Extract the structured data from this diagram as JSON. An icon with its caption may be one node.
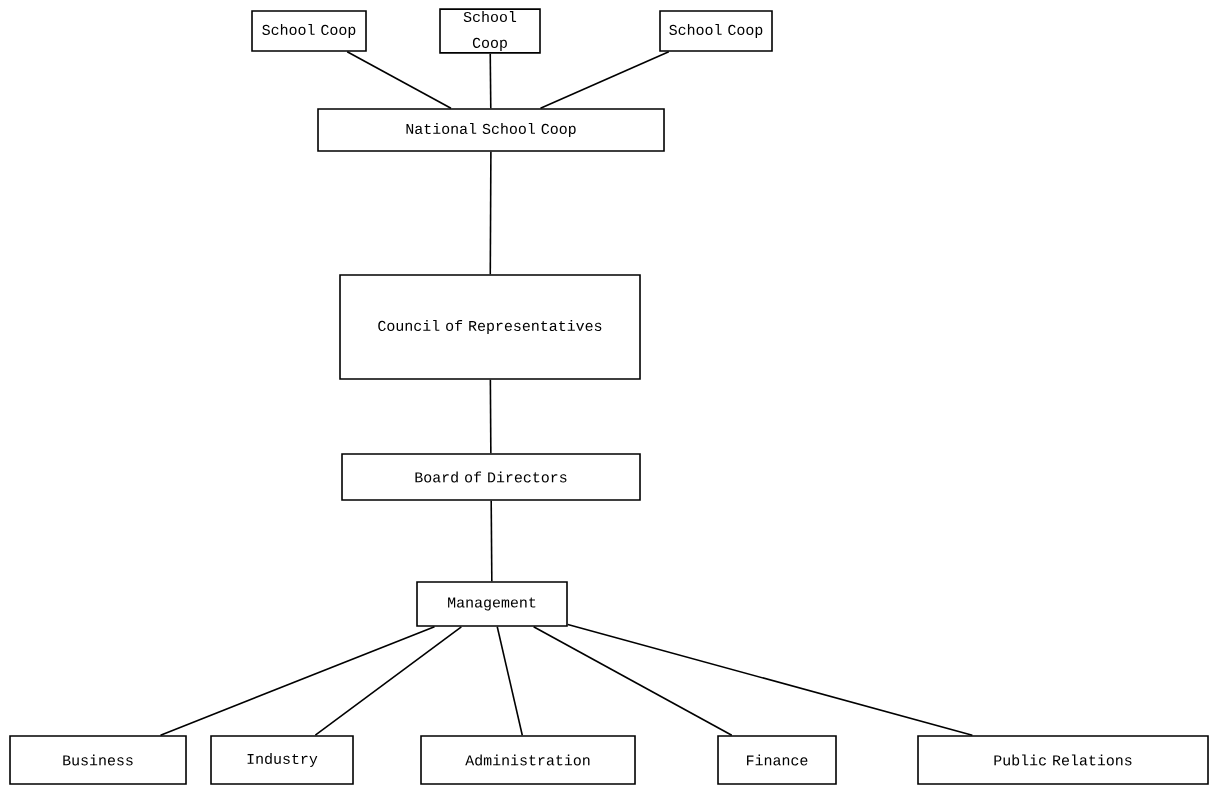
{
  "diagram": {
    "nodes": [
      {
        "text": [
          "School Coop"
        ]
      },
      {
        "text": [
          "School Coop"
        ]
      },
      {
        "text": [
          "School Coop"
        ]
      },
      {
        "text": [
          "National School Coop"
        ]
      },
      {
        "text": [
          "Council of Representatives"
        ]
      },
      {
        "text": [
          "Board of Directors"
        ]
      },
      {
        "text": [
          "Management"
        ]
      },
      {
        "text": [
          "Business"
        ]
      },
      {
        "text": [
          "Industry"
        ]
      },
      {
        "text": [
          "Administration"
        ]
      },
      {
        "text": [
          "Finance"
        ]
      },
      {
        "text": [
          "Public Relations"
        ]
      }
    ],
    "edges": [
      {
        "from": 0,
        "to": 3,
        "arrow": "none"
      },
      {
        "from": 1,
        "to": 3,
        "arrow": "none"
      },
      {
        "from": 2,
        "to": 3,
        "arrow": "none"
      },
      {
        "from": 3,
        "to": 4,
        "arrow": "none"
      },
      {
        "from": 4,
        "to": 5,
        "arrow": "none"
      },
      {
        "from": 5,
        "to": 6,
        "arrow": "none"
      },
      {
        "from": 6,
        "to": 7,
        "arrow": "none"
      },
      {
        "from": 6,
        "to": 8,
        "arrow": "none"
      },
      {
        "from": 6,
        "to": 9,
        "arrow": "none"
      },
      {
        "from": 6,
        "to": 10,
        "arrow": "none"
      },
      {
        "from": 6,
        "to": 11,
        "arrow": "none"
      }
    ]
  }
}
